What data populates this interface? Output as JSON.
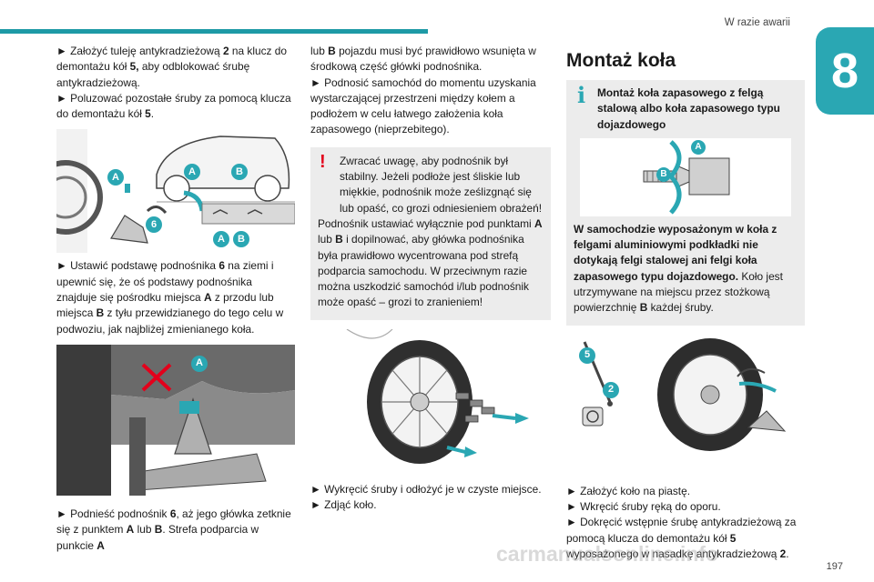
{
  "header": {
    "section": "W razie awarii",
    "chapter": "8"
  },
  "col1": {
    "p1_a": "► Założyć tuleję antykradzieżową ",
    "p1_b": "2",
    "p1_c": " na klucz do demontażu kół ",
    "p1_d": "5,",
    "p1_e": " aby odblokować śrubę antykradzieżową.",
    "p2_a": "► Poluzować pozostałe śruby za pomocą klucza do demontażu kół ",
    "p2_b": "5",
    "p2_c": ".",
    "p3_a": "► Ustawić podstawę podnośnika ",
    "p3_b": "6",
    "p3_c": " na ziemi i upewnić się, że oś podstawy podnośnika znajduje się pośrodku miejsca ",
    "p3_d": "A",
    "p3_e": " z przodu lub miejsca ",
    "p3_f": "B",
    "p3_g": " z tyłu przewidzianego do tego celu w podwoziu, jak najbliżej zmienianego koła.",
    "p4_a": "► Podnieść podnośnik ",
    "p4_b": "6",
    "p4_c": ", aż jego główka zetknie się z punktem ",
    "p4_d": "A",
    "p4_e": " lub ",
    "p4_f": "B",
    "p4_g": ". Strefa podparcia w punkcie ",
    "p4_h": "A"
  },
  "col2": {
    "p1_a": "lub ",
    "p1_b": "B",
    "p1_c": " pojazdu musi być prawidłowo wsunięta w środkową część główki podnośnika.",
    "p2": "► Podnosić samochód do momentu uzyskania wystarczającej przestrzeni między kołem a podłożem w celu łatwego założenia koła zapasowego (nieprzebitego).",
    "warn_1": "Zwracać uwagę, aby podnośnik był stabilny. Jeżeli podłoże jest śliskie lub miękkie, podnośnik może ześlizgnąć się lub opaść, co grozi odniesieniem obrażeń!",
    "warn_2_a": "Podnośnik ustawiać wyłącznie pod punktami ",
    "warn_2_b": "A",
    "warn_2_c": " lub ",
    "warn_2_d": "B",
    "warn_2_e": " i dopilnować, aby główka podnośnika była prawidłowo wycentrowana pod strefą podparcia samochodu. W przeciwnym razie można uszkodzić samochód i/lub podnośnik może opaść – grozi to zranieniem!",
    "p3": "► Wykręcić śruby i odłożyć je w czyste miejsce.",
    "p4": "► Zdjąć koło."
  },
  "col3": {
    "title": "Montaż koła",
    "info_head": "Montaż koła zapasowego z felgą stalową albo koła zapasowego typu dojazdowego",
    "info_b": "W samochodzie wyposażonym w koła z felgami aluminiowymi podkładki nie dotykają felgi stalowej ani felgi koła zapasowego typu dojazdowego.",
    "info_c": " Koło jest utrzymywane na miejscu przez stożkową powierzchnię ",
    "info_d": "B",
    "info_e": " każdej śruby.",
    "p1": "► Założyć koło na piastę.",
    "p2": "► Wkręcić śruby ręką do oporu.",
    "p3_a": "► Dokręcić wstępnie śrubę antykradzieżową za pomocą klucza do demontażu kół ",
    "p3_b": "5",
    "p3_c": " wyposażonego w nasadkę antykradzieżową ",
    "p3_d": "2",
    "p3_e": "."
  },
  "labels": {
    "A": "A",
    "B": "B",
    "n2": "2",
    "n5": "5",
    "n6": "6"
  },
  "footer": {
    "page": "197",
    "watermark": "carmanualsonline.info"
  },
  "colors": {
    "accent": "#2aa7b3",
    "warning": "#e3001b",
    "badge": "#1e9aa6"
  }
}
